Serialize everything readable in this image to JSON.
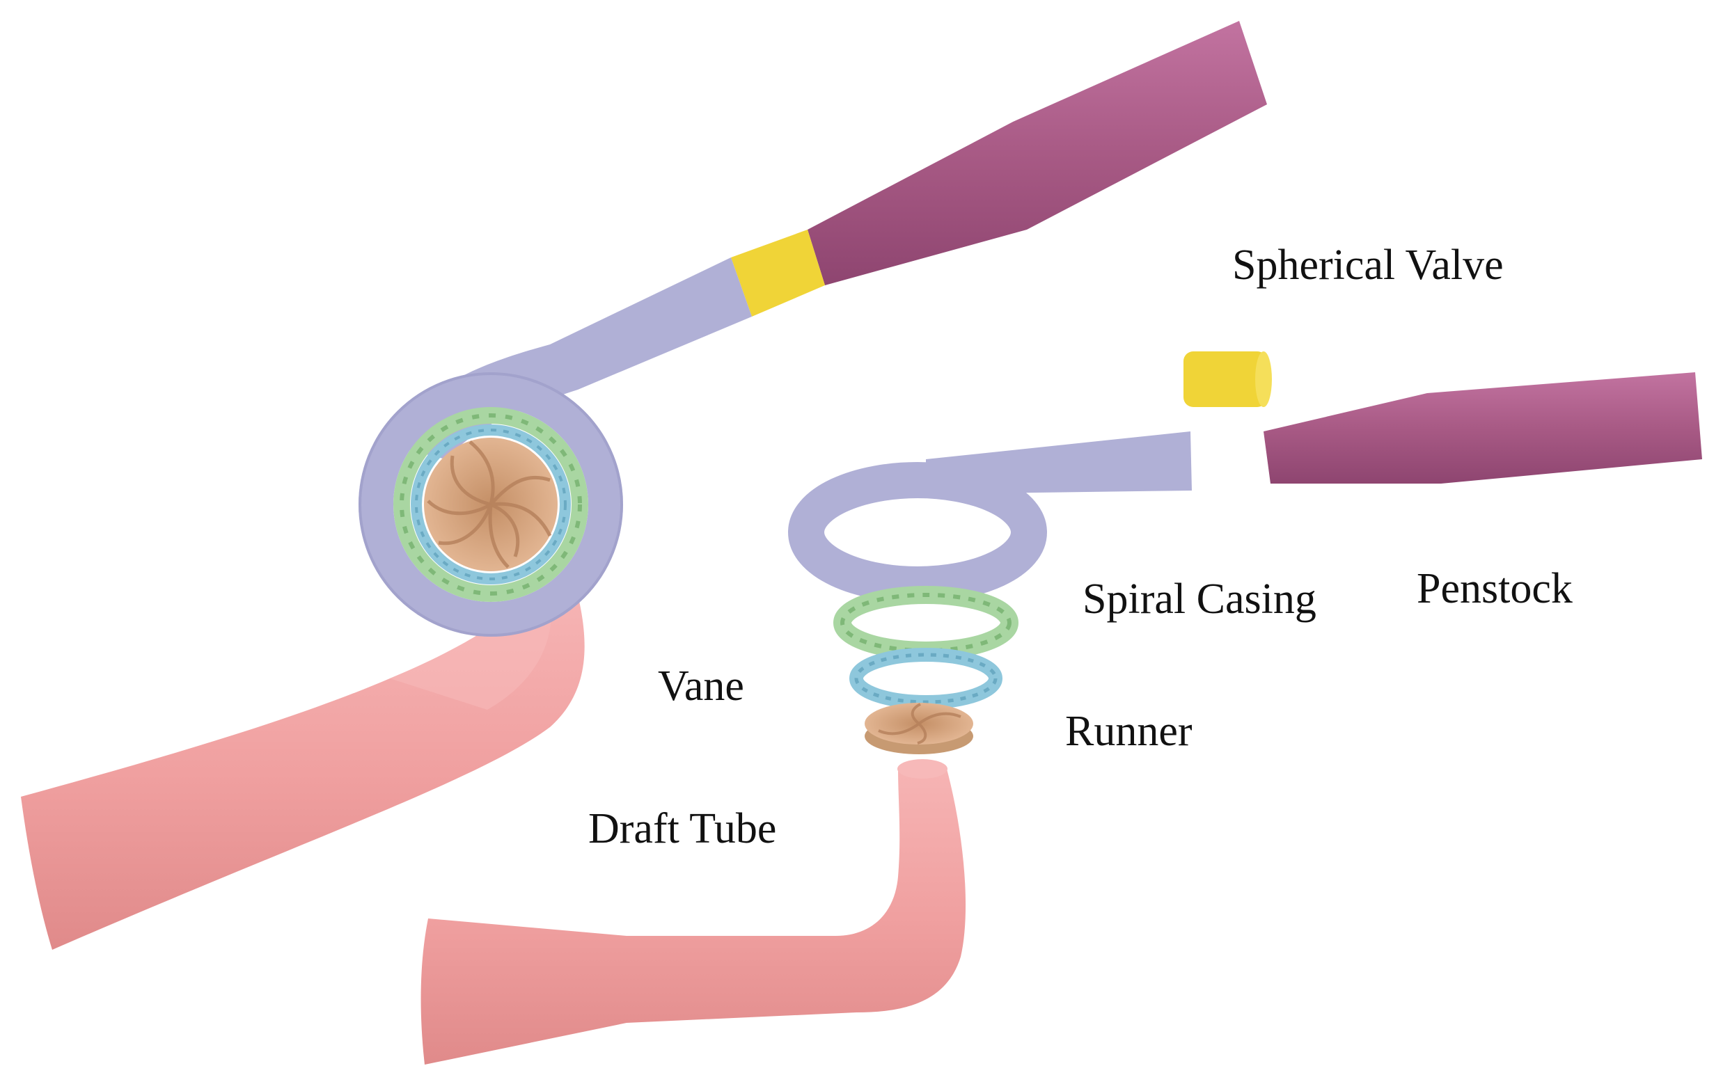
{
  "labels": {
    "spherical_valve": "Spherical Valve",
    "spiral_casing": "Spiral Casing",
    "penstock": "Penstock",
    "vane": "Vane",
    "runner": "Runner",
    "draft_tube": "Draft Tube"
  },
  "colors": {
    "penstock": "#a85a85",
    "spherical_valve": "#f0d437",
    "spiral_casing": "#b0b0d6",
    "vane": "#a9d6a2",
    "stay_ring": "#8ec7dc",
    "runner": "#d9aa84",
    "draft_tube": "#f0a0a0",
    "text": "#111111"
  }
}
